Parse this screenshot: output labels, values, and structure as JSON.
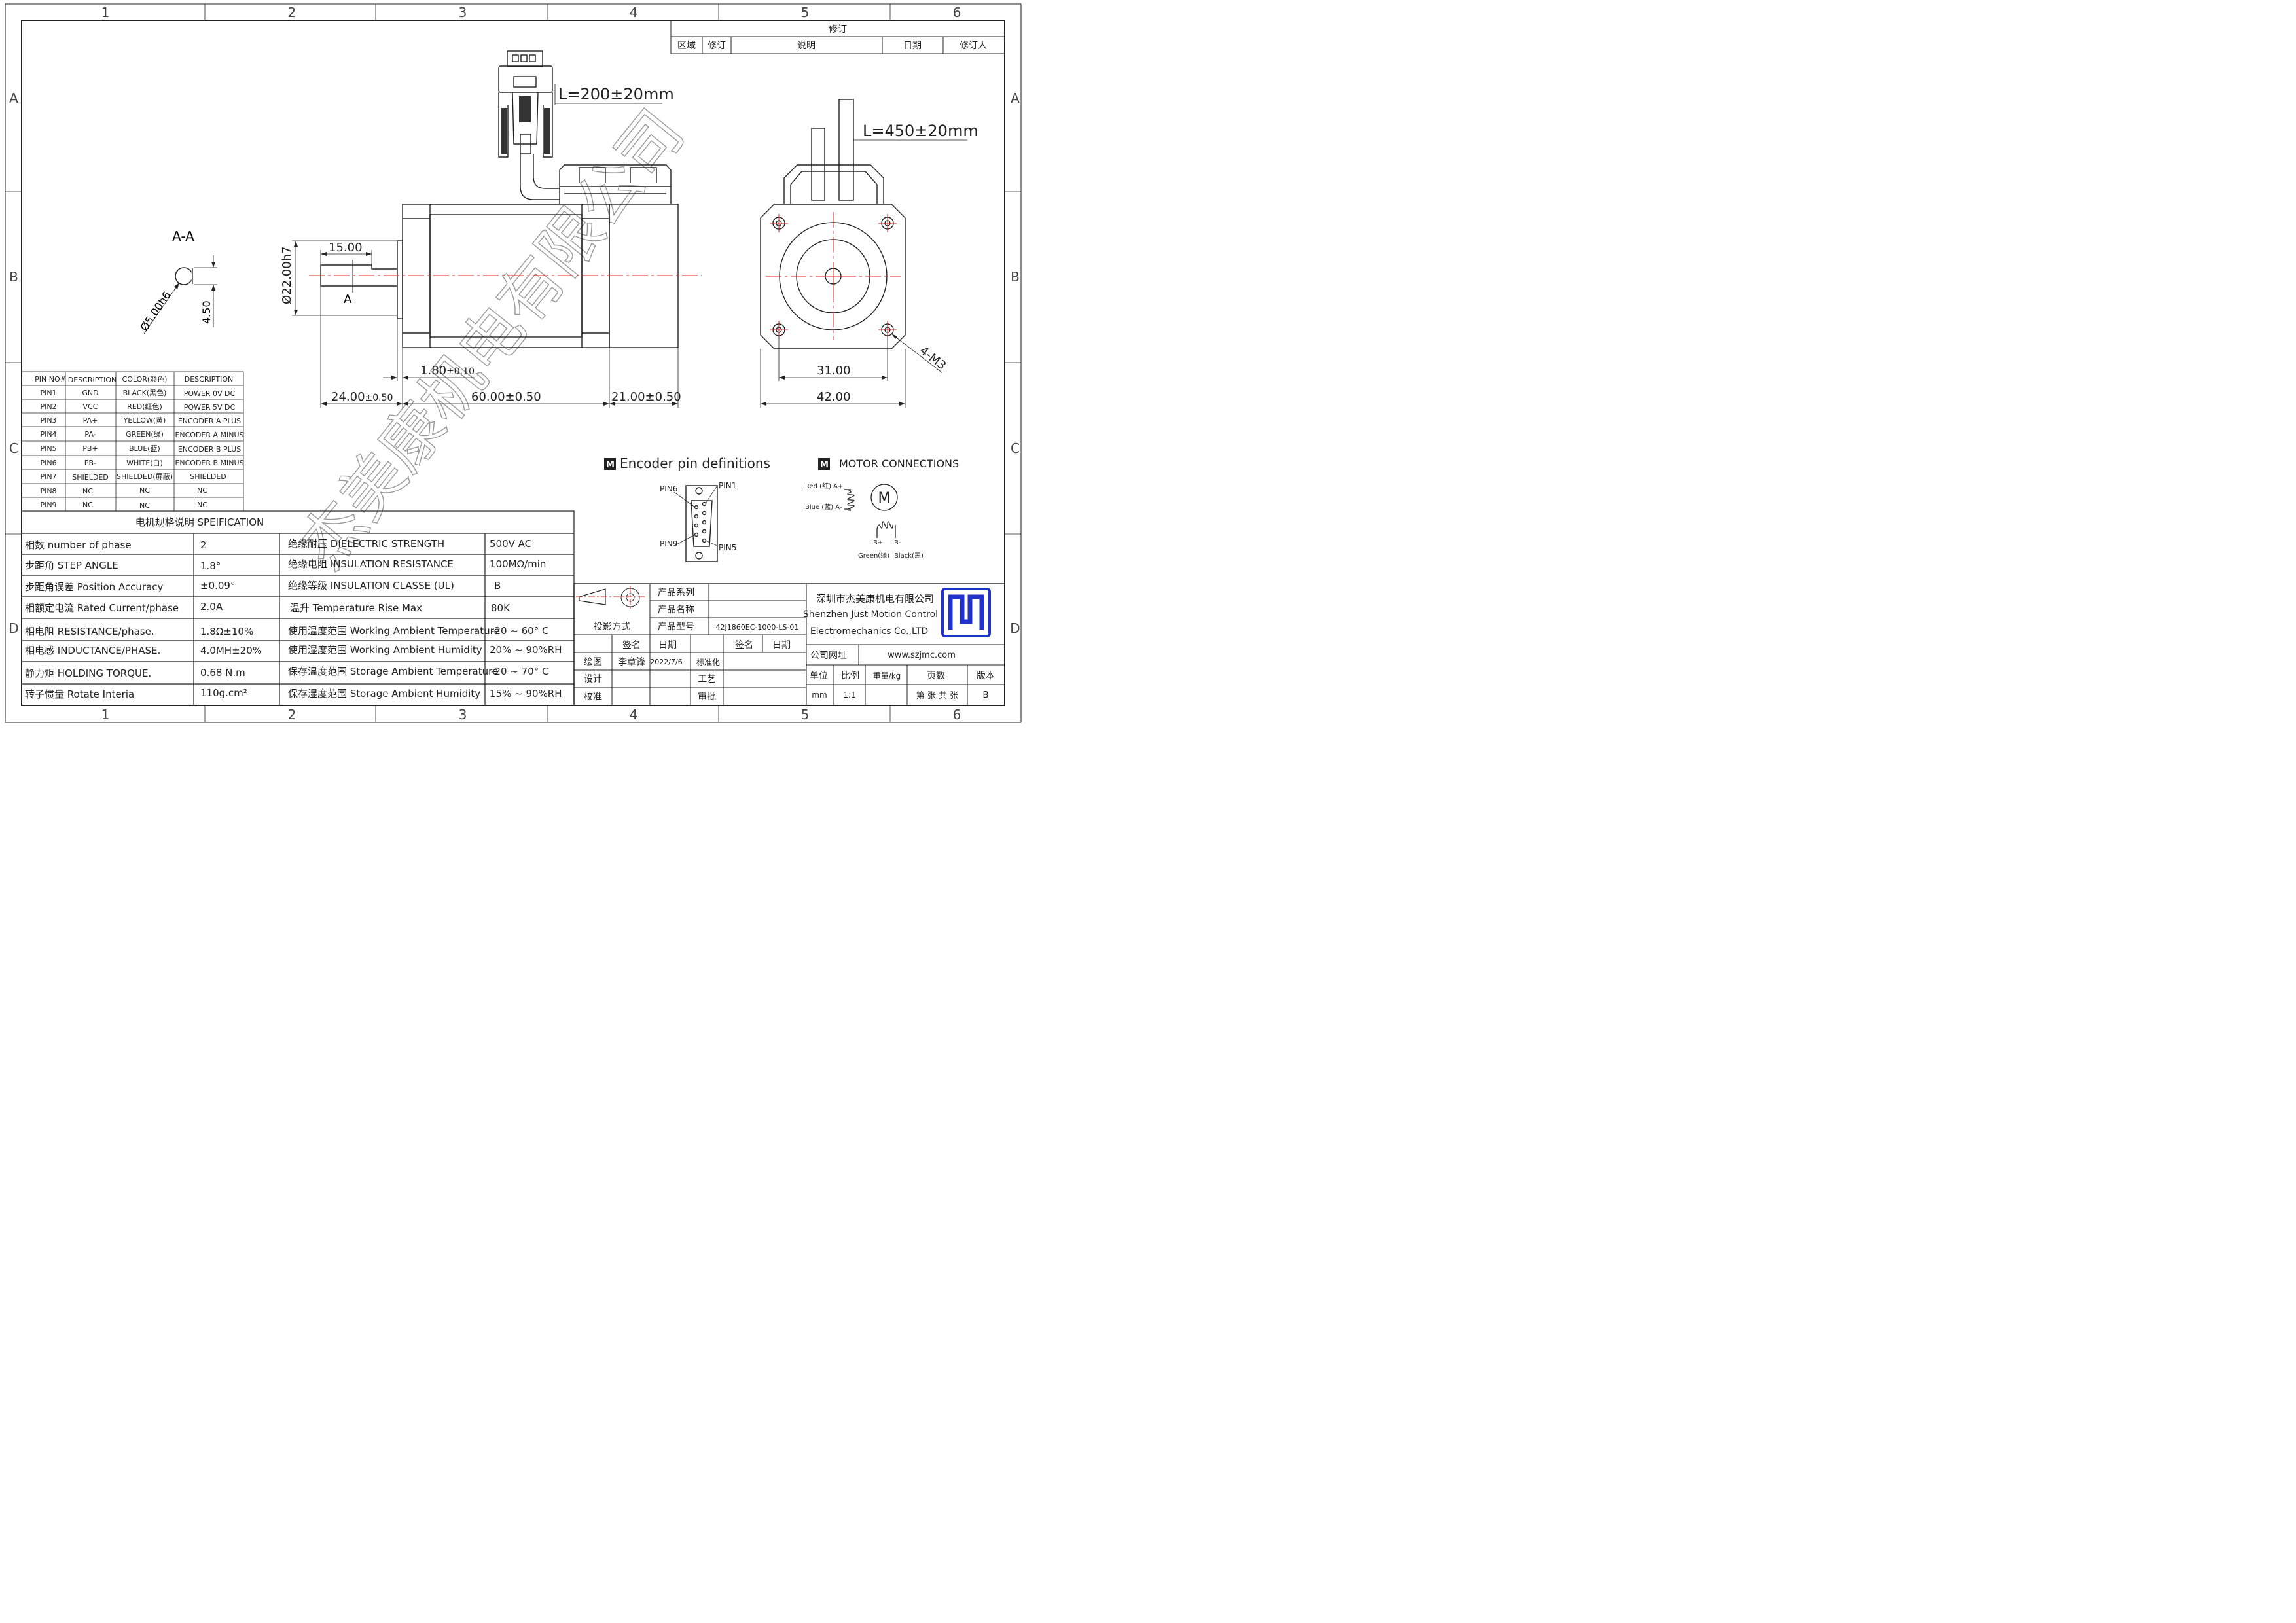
{
  "frame": {
    "columns": [
      "1",
      "2",
      "3",
      "4",
      "5",
      "6"
    ],
    "rows": [
      "A",
      "B",
      "C",
      "D"
    ]
  },
  "revision": {
    "title": "修订",
    "headers": [
      "区域",
      "修订",
      "说明",
      "日期",
      "修订人"
    ]
  },
  "dims": {
    "cable_encoder": "L=200±20mm",
    "cable_motor": "L=450±20mm",
    "section_label": "A-A",
    "shaft_dia_key": "Ø5.00h6",
    "flat": "4.50",
    "flat_len": "15.00",
    "boss_dia": "Ø22.00h7",
    "section_mark": "A",
    "boss_len": "1.80",
    "boss_len_tol": "±0.10",
    "shaft_len": "24.00",
    "shaft_len_tol": "±0.50",
    "body_len": "60.00±0.50",
    "encoder_len": "21.00±0.50",
    "hole_pitch": "31.00",
    "flange": "42.00",
    "holes": "4-M3"
  },
  "pin_table": {
    "headers": [
      "PIN NO#",
      "DESCRIPTION",
      "COLOR(颜色)",
      "DESCRIPTION"
    ],
    "rows": [
      [
        "PIN1",
        "GND",
        "BLACK(黑色)",
        "POWER 0V DC"
      ],
      [
        "PIN2",
        "VCC",
        "RED(红色)",
        "POWER 5V DC"
      ],
      [
        "PIN3",
        "PA+",
        "YELLOW(黄)",
        "ENCODER A PLUS"
      ],
      [
        "PIN4",
        "PA-",
        "GREEN(绿)",
        "ENCODER A MINUS"
      ],
      [
        "PIN5",
        "PB+",
        "BLUE(蓝)",
        "ENCODER B PLUS"
      ],
      [
        "PIN6",
        "PB-",
        "WHITE(白)",
        "ENCODER B MINUS"
      ],
      [
        "PIN7",
        "SHIELDED",
        "SHIELDED(屏蔽)",
        "SHIELDED"
      ],
      [
        "PIN8",
        "NC",
        "NC",
        "NC"
      ],
      [
        "PIN9",
        "NC",
        "NC",
        "NC"
      ]
    ]
  },
  "spec": {
    "title": "电机规格说明 SPEIFICATION",
    "rows": [
      [
        "相数 number of phase",
        "2",
        "绝缘耐压 DIELECTRIC STRENGTH",
        "500V AC"
      ],
      [
        "步距角 STEP ANGLE",
        "1.8°",
        "绝缘电阻 INSULATION RESISTANCE",
        "100MΩ/min"
      ],
      [
        "步距角误差 Position Accuracy",
        "±0.09°",
        "绝缘等级 INSULATION CLASSE (UL)",
        "B"
      ],
      [
        "相额定电流 Rated Current/phase",
        "2.0A",
        "温升 Temperature Rise Max",
        "80K"
      ],
      [
        "相电阻 RESISTANCE/phase.",
        "1.8Ω±10%",
        "使用温度范围 Working Ambient Temperature",
        "-20 ~ 60° C"
      ],
      [
        "相电感 INDUCTANCE/PHASE.",
        "4.0MH±20%",
        "使用湿度范围 Working Ambient Humidity",
        "20% ~ 90%RH"
      ],
      [
        "静力矩 HOLDING TORQUE.",
        "0.68 N.m",
        "保存温度范围 Storage Ambient Temperature",
        "-20 ~ 70° C"
      ],
      [
        "转子惯量 Rotate Interia",
        "110g.cm²",
        "保存湿度范围 Storage Ambient Humidity",
        "15% ~ 90%RH"
      ]
    ]
  },
  "encoder_pins": {
    "title": "Encoder pin definitions",
    "pin6": "PIN6",
    "pin1": "PIN1",
    "pin9": "PIN9",
    "pin5": "PIN5"
  },
  "motor_conn": {
    "title": "MOTOR CONNECTIONS",
    "red": "Red (红) A+",
    "blue": "Blue (蓝) A-",
    "m": "M",
    "bplus": "B+",
    "bminus": "B-",
    "green": "Green(绿)",
    "black": "Black(黑)"
  },
  "title_block": {
    "product_series": "产品系列",
    "product_name": "产品名称",
    "product_model": "产品型号",
    "model_value": "42J1860EC-1000-LS-01",
    "projection": "投影方式",
    "sign": "签名",
    "date": "日期",
    "sign2": "签名",
    "date2": "日期",
    "draw": "绘图",
    "drawer": "李章锋",
    "draw_date": "2022/7/6",
    "standard": "标准化",
    "design": "设计",
    "process": "工艺",
    "check": "校准",
    "approve": "审批",
    "company_cn": "深圳市杰美康机电有限公司",
    "company_en1": "Shenzhen Just Motion Control",
    "company_en2": "Electromechanics Co.,LTD",
    "website_label": "公司网址",
    "website": "www.szjmc.com",
    "unit": "单位",
    "scale": "比例",
    "weight": "重量/kg",
    "pages": "页数",
    "version": "版本",
    "unit_value": "mm",
    "scale_value": "1:1",
    "page_value": "第 张 共 张",
    "version_value": "B"
  },
  "watermark": "杰美康机电有限公司"
}
